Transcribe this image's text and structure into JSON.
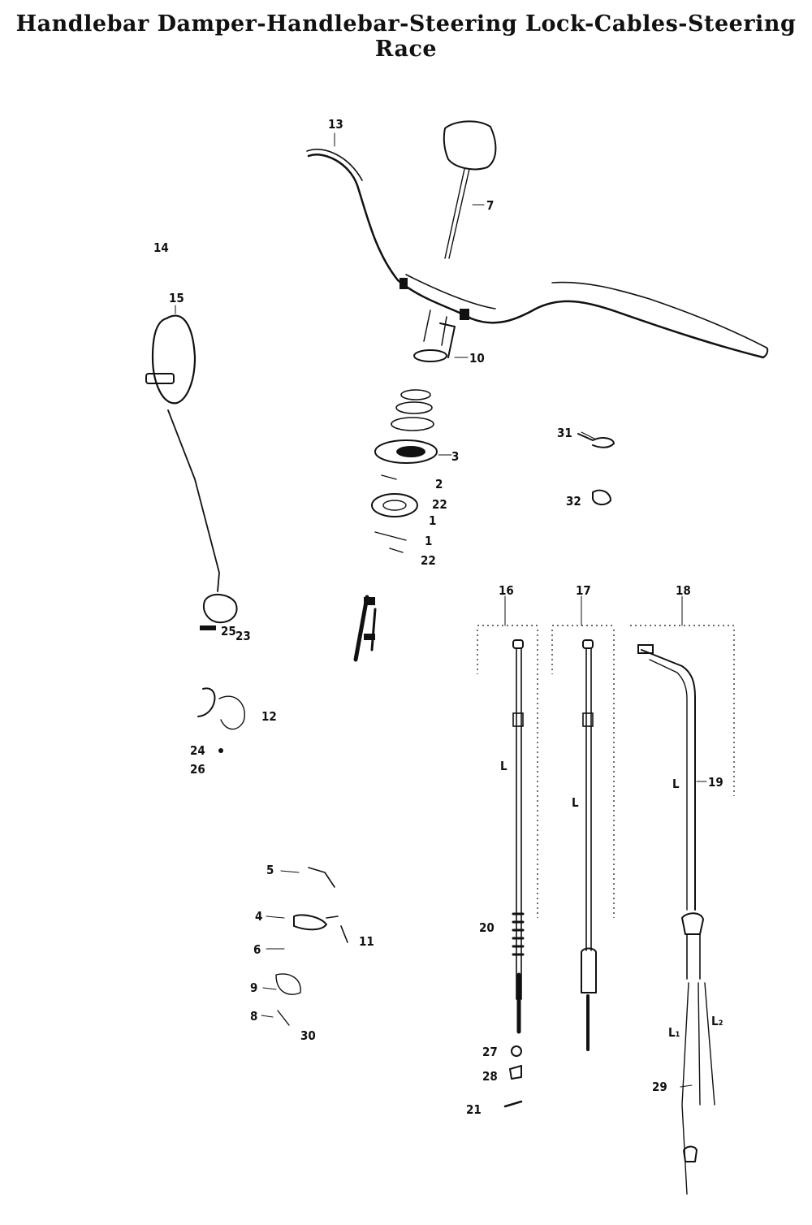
{
  "title": "Handlebar Damper-Handlebar-Steering Lock-Cables-Steering Race",
  "callouts": {
    "c13": "13",
    "c7": "7",
    "c14": "14",
    "c15": "15",
    "c10": "10",
    "c31": "31",
    "c3": "3",
    "c2": "2",
    "c22a": "22",
    "c1a": "1",
    "c32": "32",
    "c1b": "1",
    "c22b": "22",
    "c16": "16",
    "c17": "17",
    "c18": "18",
    "c25": "25",
    "c23": "23",
    "c12": "12",
    "c24": "24",
    "c26": "26",
    "c19": "19",
    "c5": "5",
    "c4": "4",
    "c11": "11",
    "c6": "6",
    "c20": "20",
    "c9": "9",
    "c8": "8",
    "c30": "30",
    "c27": "27",
    "c28": "28",
    "c29": "29",
    "c21": "21",
    "L1": "L",
    "L2": "L",
    "L3": "L",
    "L4": "L₁",
    "L5": "L₂"
  }
}
